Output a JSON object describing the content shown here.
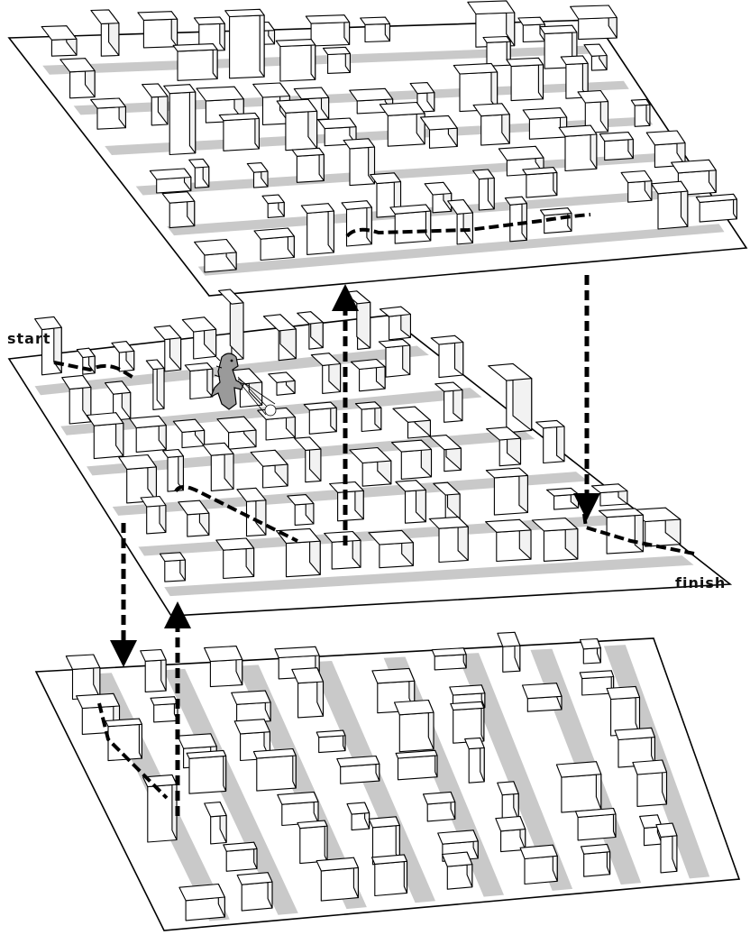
{
  "labels": {
    "start": "start",
    "finish": "finish"
  },
  "colors": {
    "road": "#c9c9c9",
    "outline": "#000000",
    "building_top": "#ffffff",
    "building_side": "#f2f2f2"
  },
  "layers": [
    {
      "name": "top-city-layer"
    },
    {
      "name": "middle-city-layer"
    },
    {
      "name": "bottom-city-layer"
    }
  ],
  "icons": [
    "monster-icon",
    "route-arrow",
    "layer-connector-arrow"
  ]
}
